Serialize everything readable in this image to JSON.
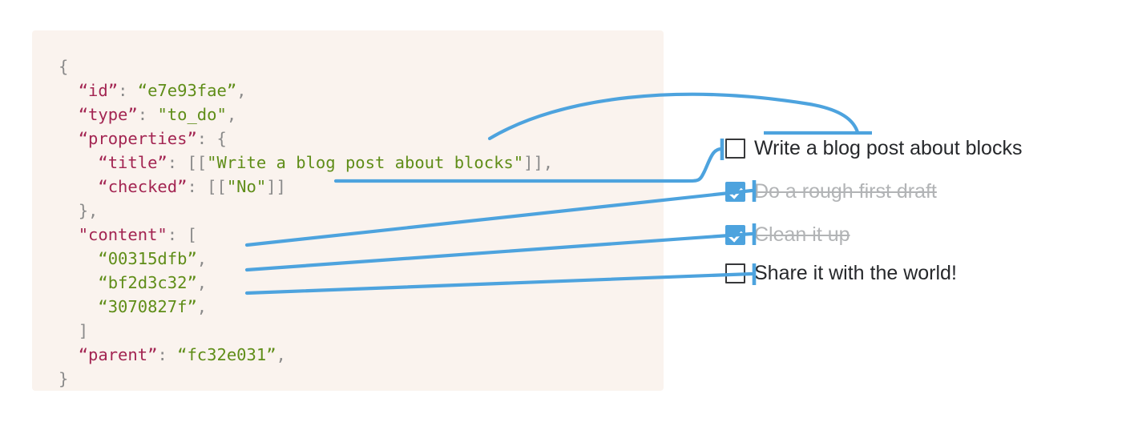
{
  "accent_color": "#4da3de",
  "panel_background": "#faf3ee",
  "code_panel": {
    "language": "json",
    "tokens": {
      "punctuation_color": "#8a8a8a",
      "key_color": "#a32552",
      "string_color": "#5f8d18"
    },
    "lines": [
      {
        "indent": 0,
        "parts": [
          {
            "t": "{",
            "c": "punc"
          }
        ]
      },
      {
        "indent": 1,
        "parts": [
          {
            "t": "“id”",
            "c": "key"
          },
          {
            "t": ": ",
            "c": "punc"
          },
          {
            "t": "“e7e93fae”",
            "c": "str"
          },
          {
            "t": ",",
            "c": "punc"
          }
        ]
      },
      {
        "indent": 1,
        "parts": [
          {
            "t": "“type”",
            "c": "key"
          },
          {
            "t": ": ",
            "c": "punc"
          },
          {
            "t": "\"to_do\"",
            "c": "str"
          },
          {
            "t": ",",
            "c": "punc"
          }
        ]
      },
      {
        "indent": 1,
        "parts": [
          {
            "t": "“properties”",
            "c": "key"
          },
          {
            "t": ": {",
            "c": "punc"
          }
        ]
      },
      {
        "indent": 2,
        "parts": [
          {
            "t": "“title”",
            "c": "key"
          },
          {
            "t": ": [[",
            "c": "punc"
          },
          {
            "t": "\"Write a blog post about blocks\"",
            "c": "str"
          },
          {
            "t": "]],",
            "c": "punc"
          }
        ]
      },
      {
        "indent": 2,
        "parts": [
          {
            "t": "“checked”",
            "c": "key"
          },
          {
            "t": ": [[",
            "c": "punc"
          },
          {
            "t": "\"No\"",
            "c": "str"
          },
          {
            "t": "]]",
            "c": "punc"
          }
        ]
      },
      {
        "indent": 1,
        "parts": [
          {
            "t": "},",
            "c": "punc"
          }
        ]
      },
      {
        "indent": 1,
        "parts": [
          {
            "t": "\"content\"",
            "c": "key"
          },
          {
            "t": ": [",
            "c": "punc"
          }
        ]
      },
      {
        "indent": 2,
        "parts": [
          {
            "t": "“00315dfb”",
            "c": "str"
          },
          {
            "t": ",",
            "c": "punc"
          }
        ]
      },
      {
        "indent": 2,
        "parts": [
          {
            "t": "“bf2d3c32”",
            "c": "str"
          },
          {
            "t": ",",
            "c": "punc"
          }
        ]
      },
      {
        "indent": 2,
        "parts": [
          {
            "t": "“3070827f”",
            "c": "str"
          },
          {
            "t": ",",
            "c": "punc"
          }
        ]
      },
      {
        "indent": 1,
        "parts": [
          {
            "t": "]",
            "c": "punc"
          }
        ]
      },
      {
        "indent": 1,
        "parts": [
          {
            "t": "“parent”",
            "c": "key"
          },
          {
            "t": ": ",
            "c": "punc"
          },
          {
            "t": "“fc32e031”",
            "c": "str"
          },
          {
            "t": ",",
            "c": "punc"
          }
        ]
      },
      {
        "indent": 0,
        "parts": [
          {
            "t": "}",
            "c": "punc"
          }
        ]
      }
    ]
  },
  "todo_list": {
    "items": [
      {
        "label": "Write a blog post about blocks",
        "checked": false
      },
      {
        "label": "Do a rough first draft",
        "checked": true
      },
      {
        "label": "Clean it up",
        "checked": true
      },
      {
        "label": "Share it with the world!",
        "checked": false
      }
    ]
  }
}
